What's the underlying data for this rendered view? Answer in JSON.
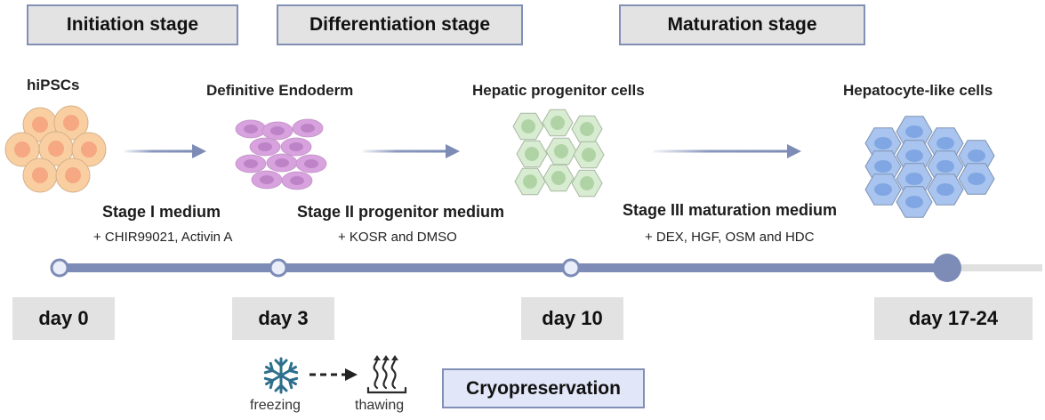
{
  "stages": [
    {
      "label": "Initiation stage"
    },
    {
      "label": "Differentiation stage"
    },
    {
      "label": "Maturation stage"
    }
  ],
  "cell_types": [
    {
      "label": "hiPSCs",
      "color": "#f9cfa1",
      "nucleus_color": "#f5a882"
    },
    {
      "label": "Definitive Endoderm",
      "color": "#d7a2dd",
      "nucleus_color": "#bd83c6"
    },
    {
      "label": "Hepatic progenitor cells",
      "color": "#d7ecd0",
      "nucleus_color": "#b0d3a6"
    },
    {
      "label": "Hepatocyte-like cells",
      "color": "#a9c4ee",
      "nucleus_color": "#80a7e3"
    }
  ],
  "media": [
    {
      "title": "Stage I medium",
      "supplements": "+ CHIR99021, Activin A"
    },
    {
      "title": "Stage II progenitor medium",
      "supplements": "+ KOSR and DMSO"
    },
    {
      "title": "Stage III maturation medium",
      "supplements": "+ DEX, HGF, OSM and HDC"
    }
  ],
  "timeline": {
    "days": [
      "day 0",
      "day 3",
      "day 10",
      "day 17-24"
    ],
    "line_color": "#7d8cb6",
    "remaining_color": "#e0e0e0"
  },
  "cryo": {
    "freezing_label": "freezing",
    "thawing_label": "thawing",
    "box_label": "Cryopreservation",
    "snowflake_color": "#2d6f8c"
  }
}
